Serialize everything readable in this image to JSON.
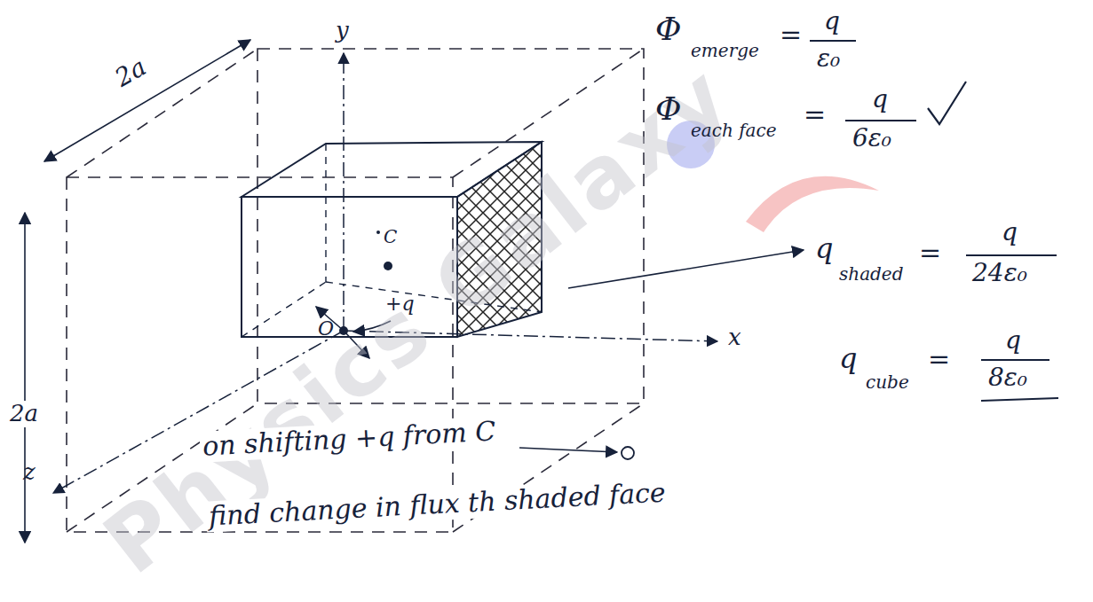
{
  "diagram": {
    "labels": [
      "2a",
      "2a",
      "y",
      "x",
      "z",
      "O",
      "C",
      "+q",
      "Φ",
      "emerge",
      "=",
      "q",
      "ε₀",
      "Φ",
      "each face",
      "=",
      "q",
      "6ε₀",
      "q",
      "shaded",
      "=",
      "q",
      "24ε₀",
      "q",
      "cube",
      "=",
      "q",
      "8ε₀",
      "on shifting +q from C",
      "find change in flux th shaded face",
      "Physics Galaxy"
    ]
  }
}
